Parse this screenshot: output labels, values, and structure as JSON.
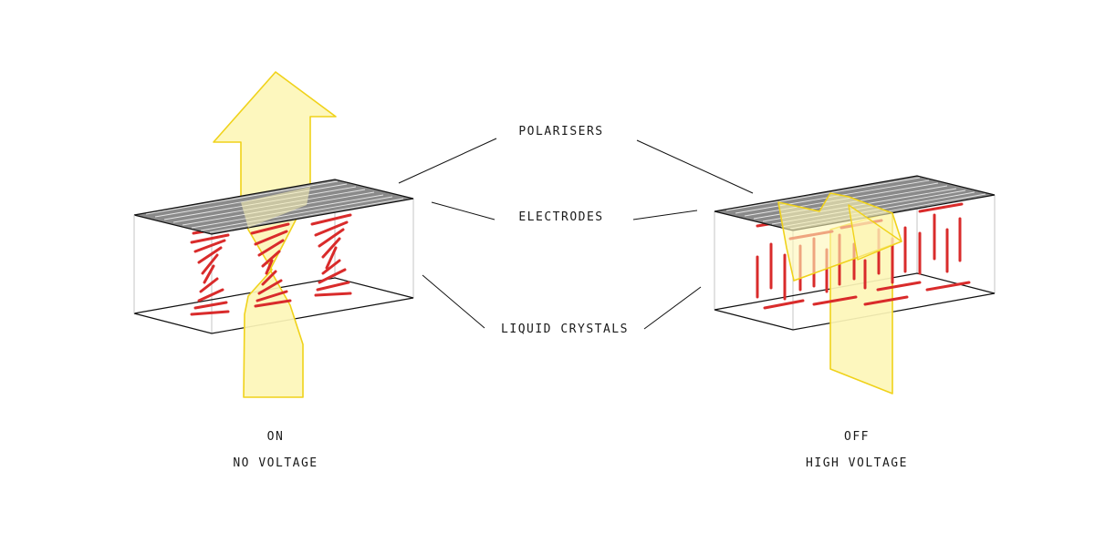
{
  "labels": {
    "polarisers": "POLARISERS",
    "electrodes": "ELECTRODES",
    "liquid_crystals": "LIQUID CRYSTALS"
  },
  "left_panel": {
    "state": "ON",
    "voltage": "NO VOLTAGE"
  },
  "right_panel": {
    "state": "OFF",
    "voltage": "HIGH VOLTAGE"
  },
  "colors": {
    "light": "#fdf6b8",
    "light_outline": "#f0d21a",
    "crystal": "#d92b2b",
    "polariser_fill": "#8a8a8a",
    "line": "#111111",
    "edge": "#bdbdbd"
  }
}
